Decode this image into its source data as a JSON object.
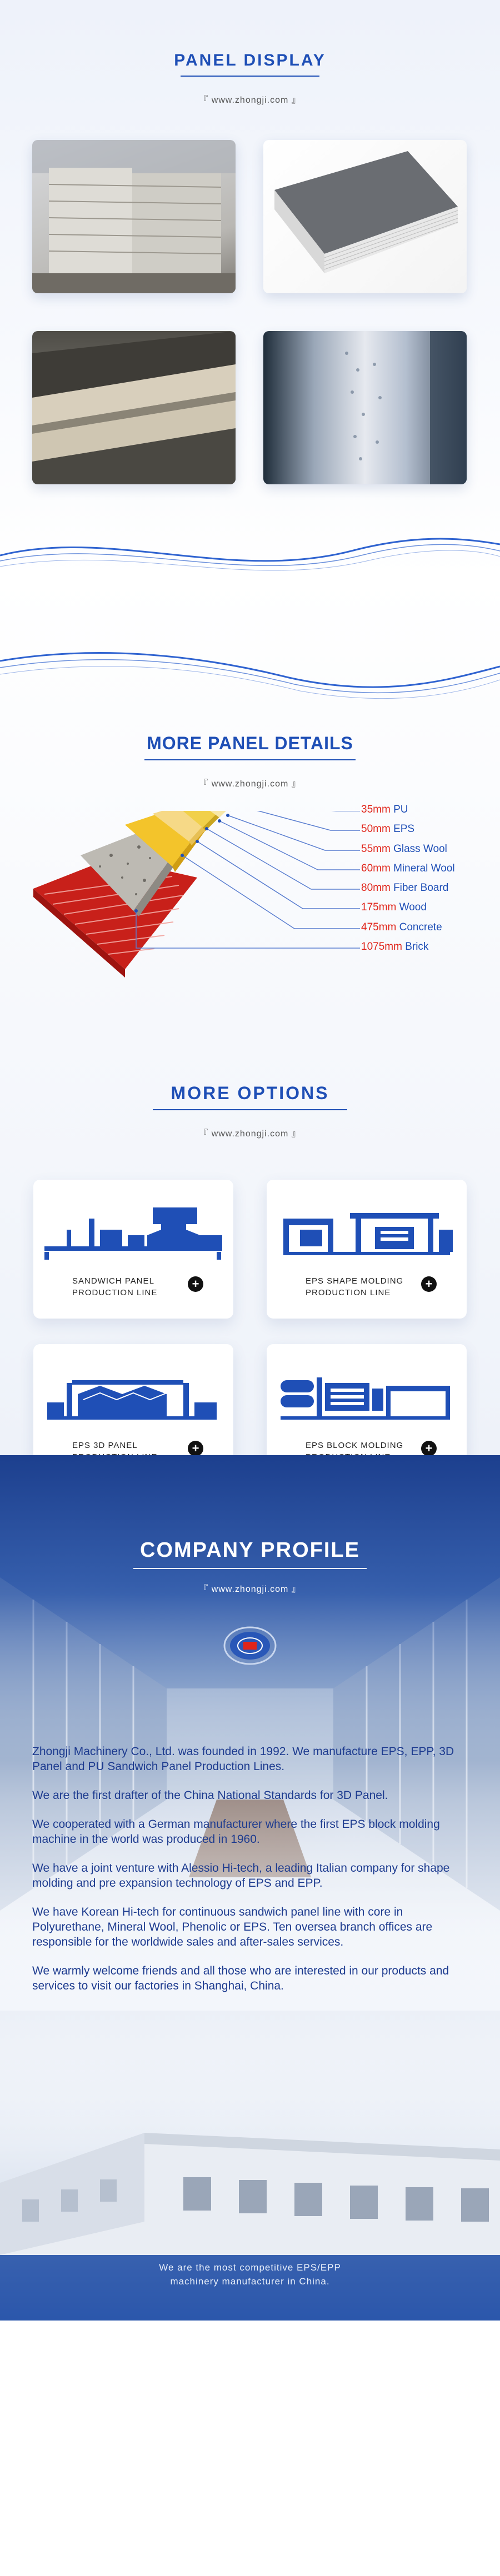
{
  "panel_display": {
    "title": "PANEL  DISPLAY",
    "url": "『 www.zhongji.com 』"
  },
  "panel_details": {
    "title": "MORE PANEL DETAILS",
    "url": "『 www.zhongji.com 』",
    "layers": [
      {
        "thickness": "35mm",
        "material": "PU"
      },
      {
        "thickness": "50mm",
        "material": "EPS"
      },
      {
        "thickness": "55mm",
        "material": "Glass Wool"
      },
      {
        "thickness": "60mm",
        "material": "Mineral Wool"
      },
      {
        "thickness": "80mm",
        "material": "Fiber Board"
      },
      {
        "thickness": "175mm",
        "material": "Wood"
      },
      {
        "thickness": "475mm",
        "material": "Concrete"
      },
      {
        "thickness": "1075mm",
        "material": "Brick"
      }
    ]
  },
  "options": {
    "title": "MORE  OPTIONS",
    "url": "『 www.zhongji.com 』",
    "cards": [
      {
        "line1": "SANDWICH PANEL",
        "line2": "PRODUCTION LINE"
      },
      {
        "line1": "EPS SHAPE MOLDING",
        "line2": "PRODUCTION LINE"
      },
      {
        "line1": "EPS 3D PANEL",
        "line2": "PRODUCTION LINE"
      },
      {
        "line1": "EPS BLOCK MOLDING",
        "line2": "PRODUCTION LINE"
      }
    ],
    "plus_symbol": "+"
  },
  "company": {
    "title": "COMPANY PROFILE",
    "url": "『 www.zhongji.com 』",
    "paragraphs": [
      "Zhongji Machinery Co., Ltd. was founded in 1992. We manufacture EPS, EPP, 3D Panel and PU Sandwich Panel Production Lines.",
      "We are the first drafter of the China National Standards for 3D Panel.",
      "We cooperated with a German manufacturer where the first EPS block molding machine in the world was produced in 1960.",
      "We have a joint venture with Alessio Hi-tech, a leading Italian company for shape molding and pre expansion technology of EPS and EPP.",
      "We have Korean Hi-tech for continuous sandwich panel line with core in Polyurethane, Mineral Wool, Phenolic or EPS. Ten oversea branch offices are responsible for the worldwide sales and after-sales services.",
      "We warmly welcome friends and all those who are interested in our products and services to visit our factories in Shanghai, China."
    ],
    "tagline_line1": "We are the most competitive EPS/EPP",
    "tagline_line2": "machinery manufacturer in China."
  },
  "colors": {
    "brand_blue": "#1f4fb6",
    "accent_red": "#e0251b"
  }
}
